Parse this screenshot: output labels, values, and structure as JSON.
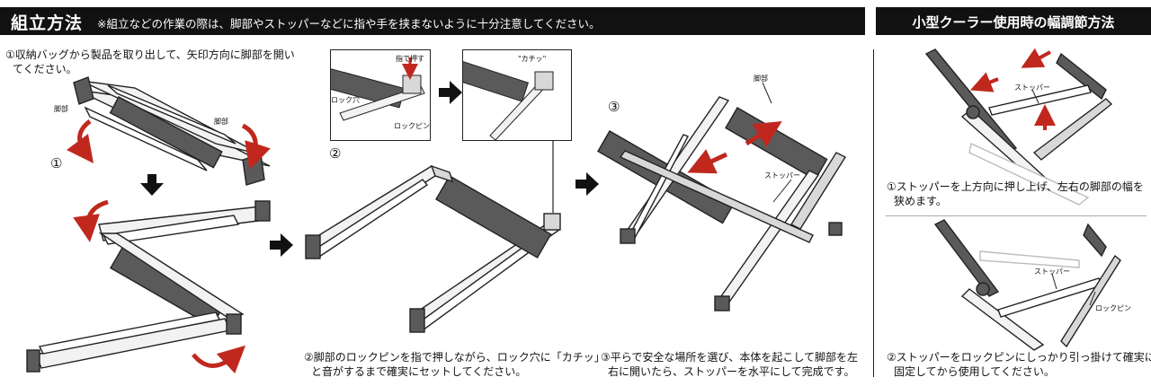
{
  "header": {
    "title": "組立方法",
    "note": "※組立などの作業の際は、脚部やストッパーなどに指や手を挟まないように十分注意してください。",
    "right_title": "小型クーラー使用時の幅調節方法"
  },
  "step1": {
    "lines": [
      "①収納バッグから製品を取り出して、矢印方向に脚部を開い",
      "てください。"
    ],
    "label_leg_left": "脚部",
    "label_leg_right": "脚部",
    "number": "①"
  },
  "step2": {
    "number": "②",
    "label_press": "指で押す",
    "label_hole": "ロック穴",
    "label_pin": "ロックピン",
    "label_click": "\"カチッ\"",
    "lines": [
      "②脚部のロックピンを指で押しながら、ロック穴に「カチッ」",
      "と音がするまで確実にセットしてください。"
    ]
  },
  "step3": {
    "number": "③",
    "label_leg": "脚部",
    "label_stopper": "ストッパー",
    "lines": [
      "③平らで安全な場所を選び、本体を起こして脚部を左",
      "右に開いたら、ストッパーを水平にして完成です。"
    ]
  },
  "width_adjust": {
    "top_label_stopper": "ストッパー",
    "top_lines": [
      "①ストッパーを上方向に押し上げ、左右の脚部の幅を",
      "狭めます。"
    ],
    "bottom_label_stopper": "ストッパー",
    "bottom_label_pin": "ロックピン",
    "bottom_lines": [
      "②ストッパーをロックピンにしっかり引っ掛けて確実に",
      "固定してから使用してください。"
    ]
  },
  "colors": {
    "accent_red": "#c0281e",
    "pad_gray": "#5a5a5a",
    "frame_light": "#d8d8d8",
    "header_bg": "#111111"
  }
}
